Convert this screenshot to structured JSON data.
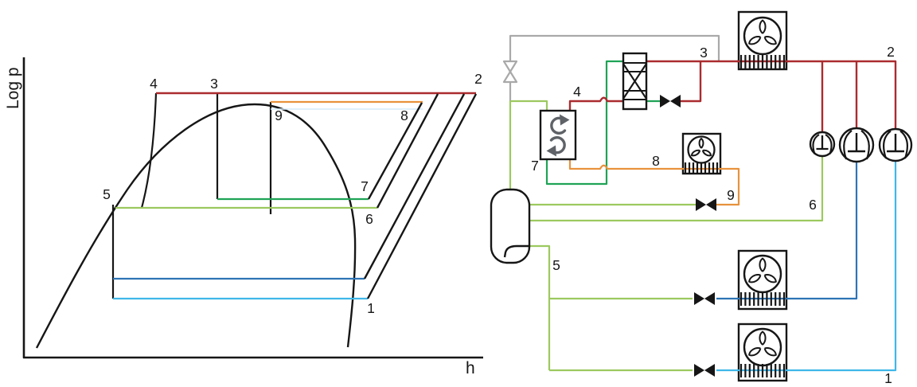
{
  "points": {
    "p1": "1",
    "p2": "2",
    "p3": "3",
    "p4": "4",
    "p5": "5",
    "p6": "6",
    "p7": "7",
    "p8": "8",
    "p9": "9"
  },
  "labels": {
    "y_axis": "Log p",
    "x_axis": "h"
  },
  "colors": {
    "red": "#aa2b2f",
    "orange": "#e8923c",
    "green": "#1fa356",
    "light_green": "#9cc95f",
    "blue": "#2e74b5",
    "cyan": "#3fb7e9",
    "gray": "#a9a9a9",
    "pale_blue": "#d6ecf7",
    "arrow_gray": "#5f6368",
    "ink": "#161616"
  },
  "ph_diagram": {
    "type": "log p-h cycle diagram",
    "isobars": [
      {
        "between_points": "4-2",
        "color_name": "red"
      },
      {
        "between_points": "9-8",
        "color_name": "orange"
      },
      {
        "between_points": "3-7",
        "color_name": "green"
      },
      {
        "between_points": "5-6",
        "color_name": "light_green"
      },
      {
        "between_points": "mt-level",
        "color_name": "blue"
      },
      {
        "between_points": "lt-1",
        "color_name": "cyan"
      }
    ],
    "compression_lines": [
      "7-8",
      "6-2",
      "mt-2",
      "1-2"
    ],
    "saturation_dome": true
  },
  "schematic": {
    "icon_names": [
      "bypass-valve-icon",
      "rotation-arrows-icon",
      "plate-heat-exchanger-icon",
      "expansion-valve-icon",
      "liquid-separator-icon",
      "fan-unit-icon",
      "compressor-icon"
    ],
    "fan_units": 4,
    "compressors": 3,
    "expansion_valves": 4,
    "bypass_valves": 1
  }
}
